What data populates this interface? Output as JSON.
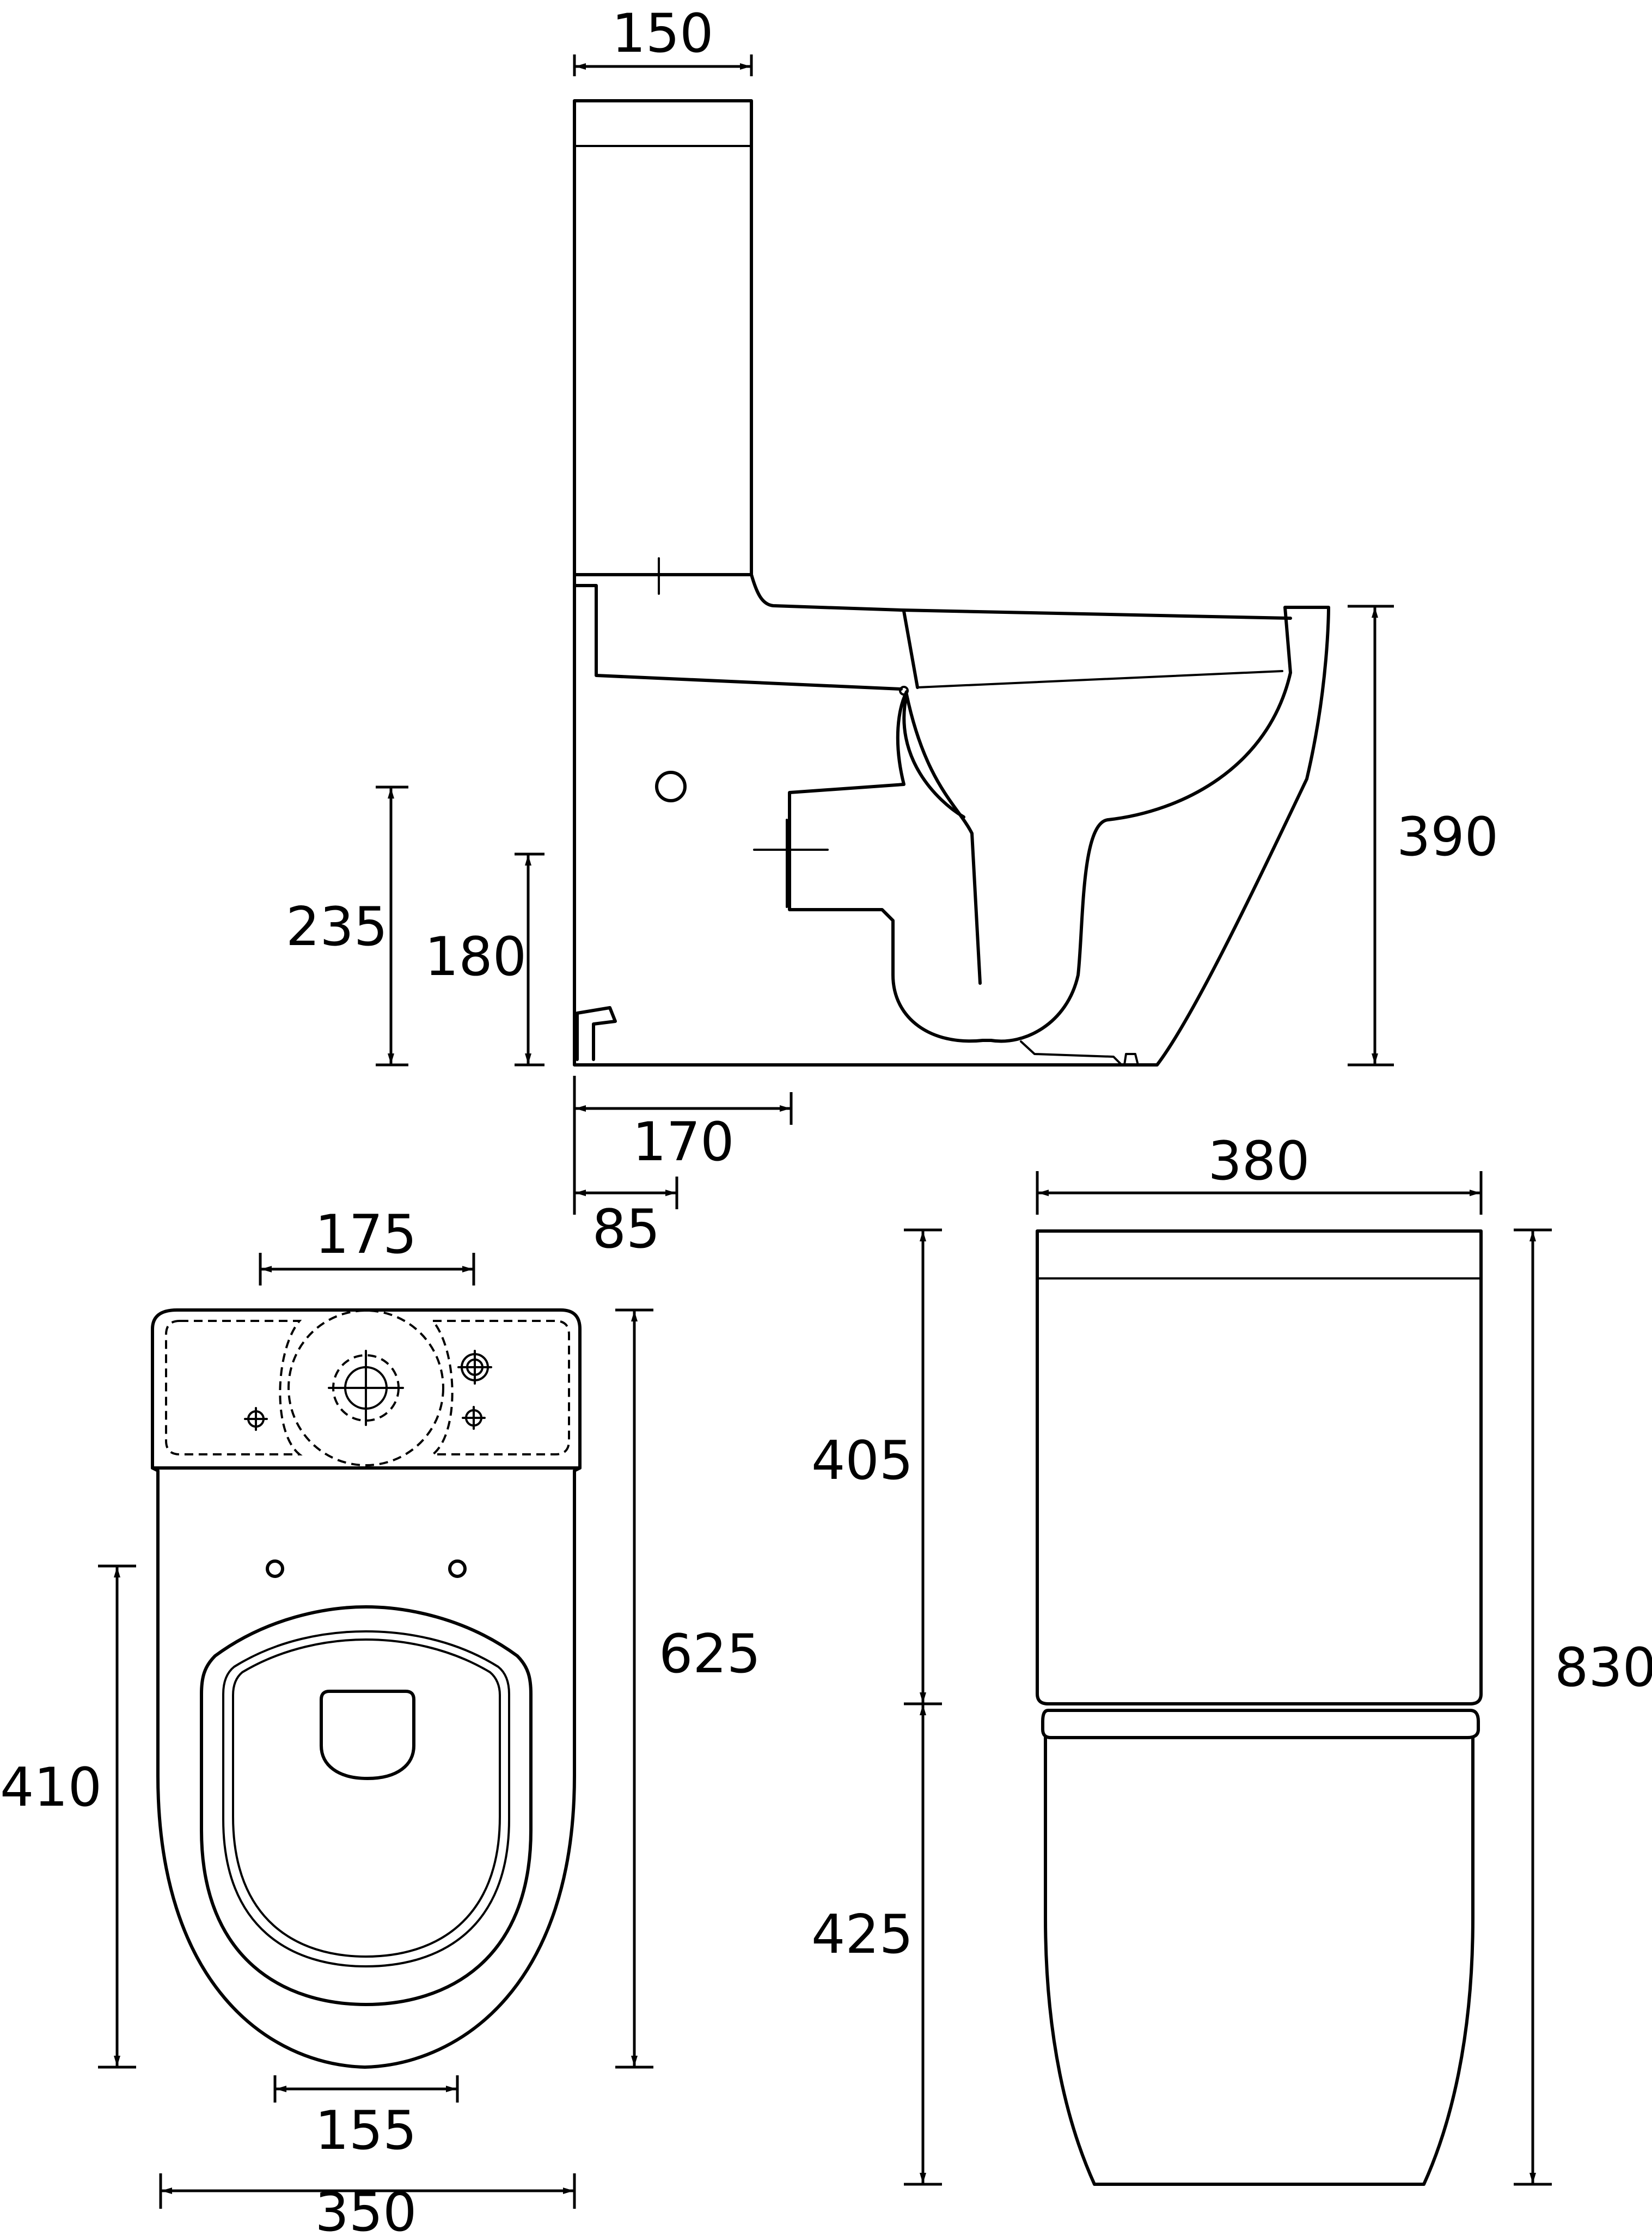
{
  "dimensions": {
    "side_tank_depth": "150",
    "side_height_390": "390",
    "side_inlet_235": "235",
    "side_outlet_180": "180",
    "side_outlet_170": "170",
    "side_outlet_85": "85",
    "plan_tank_175": "175",
    "plan_depth_625": "625",
    "plan_bowl_410": "410",
    "plan_155": "155",
    "plan_width_350": "350",
    "front_width_380": "380",
    "front_tank_405": "405",
    "front_pan_425": "425",
    "front_total_830": "830"
  }
}
